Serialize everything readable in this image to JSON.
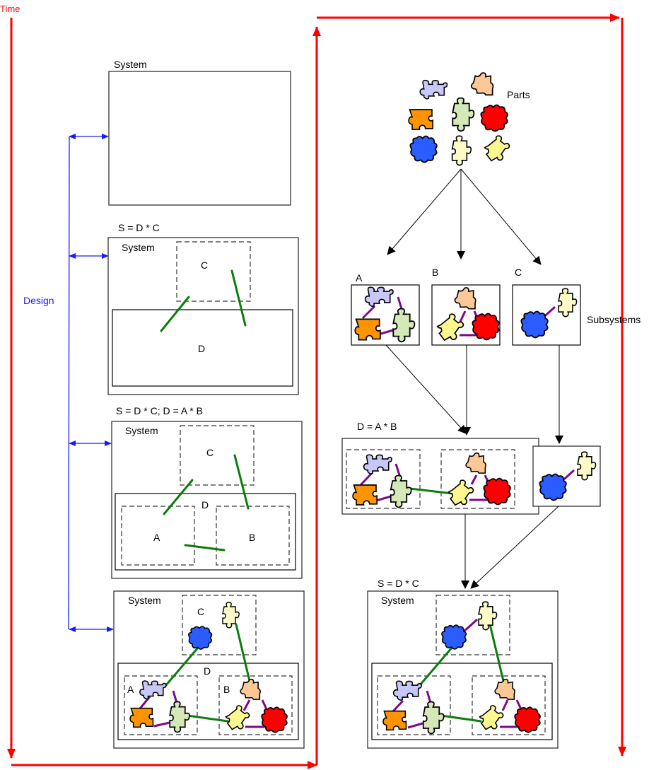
{
  "axes": {
    "time_label": "Time",
    "design_label": "Design"
  },
  "colors": {
    "time_axis": "#ff0000",
    "design_axis": "#1a1aff",
    "interface_link": "#0a7d0a",
    "internal_link": "#7a0a8a",
    "piece_blue": "#2a5cff",
    "piece_lavender": "#c8c8f8",
    "piece_peach": "#fcc896",
    "piece_orange": "#ff9400",
    "piece_sage": "#d4e8b8",
    "piece_red": "#ff0000",
    "piece_cream": "#fdfcc8",
    "piece_yellow": "#fcf890"
  },
  "left_column": {
    "stage1": {
      "box_label": "System"
    },
    "stage2": {
      "equation": "S = D * C",
      "box_label": "System",
      "sub_c": "C",
      "sub_d": "D"
    },
    "stage3": {
      "equation": "S = D * C; D = A * B",
      "box_label": "System",
      "sub_c": "C",
      "sub_d": "D",
      "sub_a": "A",
      "sub_b": "B"
    },
    "stage4": {
      "box_label": "System",
      "sub_c": "C",
      "sub_d": "D",
      "sub_a": "A",
      "sub_b": "B"
    }
  },
  "right_column": {
    "parts_label": "Parts",
    "subsystems_label": "Subsystems",
    "subsystem_a": "A",
    "subsystem_b": "B",
    "subsystem_c": "C",
    "d_equation": "D = A * B",
    "final_equation": "S = D * C",
    "final_box_label": "System"
  }
}
